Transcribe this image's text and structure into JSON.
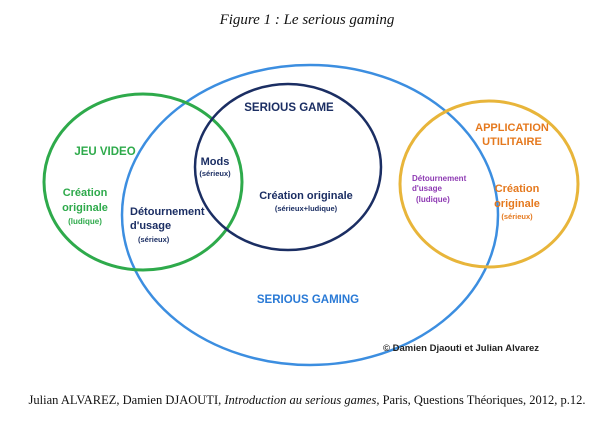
{
  "caption": "Figure 1 : Le serious gaming",
  "colors": {
    "jeu_video": "#2eaa4b",
    "serious_gaming": "#3c8ee0",
    "serious_game": "#1b2e63",
    "application_utilitaire": "#e8b53a",
    "serious_gaming_label": "#2a7ad6",
    "detournement_ludique": "#8e3ab3",
    "app_label": "#e5791e",
    "dark_text": "#1b2e63"
  },
  "labels": {
    "jeu_video": "JEU VIDEO",
    "creation_originale_ludique": [
      "Création",
      "originale",
      "(ludique)"
    ],
    "mods": "Mods",
    "mods_sub": "(sérieux)",
    "serious_game": "SERIOUS GAME",
    "creation_originale_serieux_ludique": "Création originale",
    "creation_originale_serieux_ludique_sub": "(sérieux+ludique)",
    "detournement_usage_serieux": [
      "Détournement",
      "d'usage",
      "(sérieux)"
    ],
    "application_utilitaire": [
      "APPLICATION",
      "UTILITAIRE"
    ],
    "detournement_usage_ludique": [
      "Détournement",
      "d'usage",
      "(ludique)"
    ],
    "creation_originale_serieux": [
      "Création",
      "originale",
      "(sérieux)"
    ],
    "serious_gaming": "SERIOUS GAMING",
    "copyright": "© Damien Djaouti et Julian Alvarez"
  },
  "credit": {
    "authors": "Julian ALVAREZ, Damien DJAOUTI, ",
    "title": "Introduction au serious games,",
    "rest": " Paris, Questions Théoriques, 2012, p.12."
  }
}
